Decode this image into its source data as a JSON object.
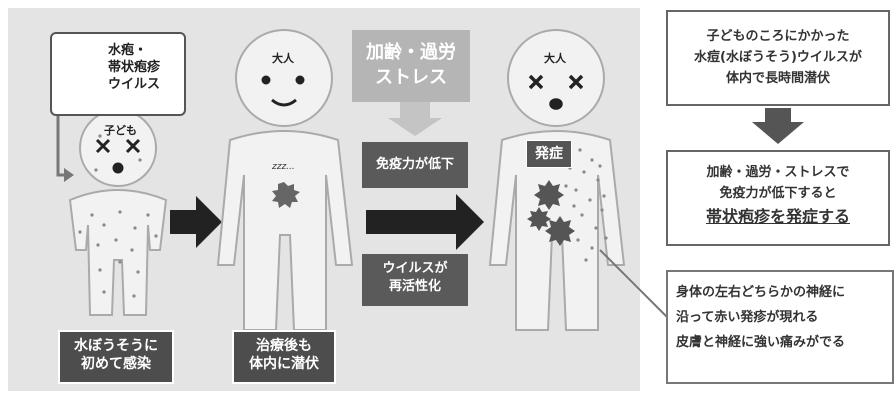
{
  "virus_callout": {
    "lines": [
      "水疱・",
      "帯状疱疹",
      "ウイルス"
    ]
  },
  "stage1": {
    "figure_label": "子ども",
    "caption_lines": [
      "水ぼうそうに",
      "初めて感染"
    ]
  },
  "stage2": {
    "figure_label": "大人",
    "sleep_text": "zzz...",
    "caption_lines": [
      "治療後も",
      "体内に潜伏"
    ]
  },
  "trigger_box": {
    "lines": [
      "加齢・過労",
      "ストレス"
    ]
  },
  "middle_labels": {
    "immunity": "免疫力が低下",
    "reactivation_lines": [
      "ウイルスが",
      "再活性化"
    ]
  },
  "stage3": {
    "figure_label": "大人",
    "onset_badge": "発症"
  },
  "right_panel": {
    "box1_lines": [
      "子どものころにかかった",
      "水痘(水ぼうそう)ウイルスが",
      "体内で長時間潜伏"
    ],
    "box2_lines": [
      "加齢・過労・ストレスで",
      "免疫力が低下すると"
    ],
    "box2_emphasis": "帯状疱疹を発症する",
    "box3_lines": [
      "身体の左右どちらかの神経に",
      "沿って赤い発疹が現れる",
      "皮膚と神経に強い痛みがでる"
    ]
  },
  "colors": {
    "panel_bg": "#e4e4e4",
    "label_dark": "#4d4d4d",
    "figure_fill": "#f2f2f2",
    "arrow": "#222222"
  }
}
